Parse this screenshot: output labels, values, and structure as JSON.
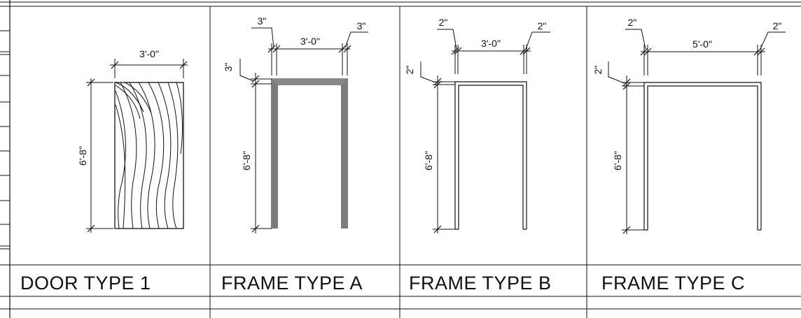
{
  "sheet": {
    "door_type_1": {
      "title": "DOOR TYPE 1",
      "width_label": "3'-0\"",
      "height_label": "6'-8\""
    },
    "frame_type_a": {
      "title": "FRAME TYPE A",
      "width_label": "3'-0\"",
      "height_label": "6'-8\"",
      "left_jamb_label": "3\"",
      "right_jamb_label": "3\"",
      "head_label": "3\""
    },
    "frame_type_b": {
      "title": "FRAME TYPE B",
      "width_label": "3'-0\"",
      "height_label": "6'-8\"",
      "left_jamb_label": "2\"",
      "right_jamb_label": "2\"",
      "head_label": "2\""
    },
    "frame_type_c": {
      "title": "FRAME TYPE C",
      "width_label": "5'-0\"",
      "height_label": "6'-8\"",
      "left_jamb_label": "2\"",
      "right_jamb_label": "2\"",
      "head_label": "2\""
    }
  }
}
